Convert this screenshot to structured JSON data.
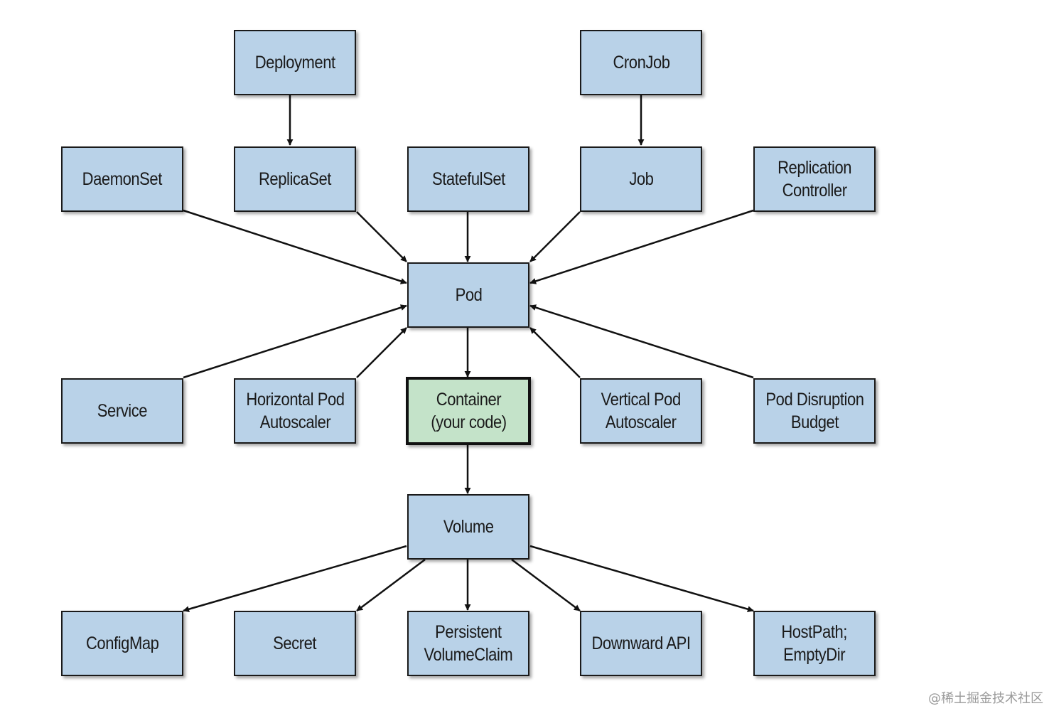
{
  "nodes": {
    "deployment": "Deployment",
    "cronjob": "CronJob",
    "daemonset": "DaemonSet",
    "replicaset": "ReplicaSet",
    "statefulset": "StatefulSet",
    "job": "Job",
    "replication_controller": "Replication\nController",
    "pod": "Pod",
    "service": "Service",
    "hpa": "Horizontal Pod\nAutoscaler",
    "container": "Container\n(your code)",
    "vpa": "Vertical Pod\nAutoscaler",
    "pdb": "Pod Disruption\nBudget",
    "volume": "Volume",
    "configmap": "ConfigMap",
    "secret": "Secret",
    "pvc": "Persistent\nVolumeClaim",
    "downward_api": "Downward API",
    "hostpath": "HostPath;\nEmptyDir"
  },
  "colors": {
    "node_fill": "#b9d2e8",
    "highlight_fill": "#c4e3c9",
    "stroke": "#1a1a1a"
  },
  "watermark": "@稀土掘金技术社区"
}
